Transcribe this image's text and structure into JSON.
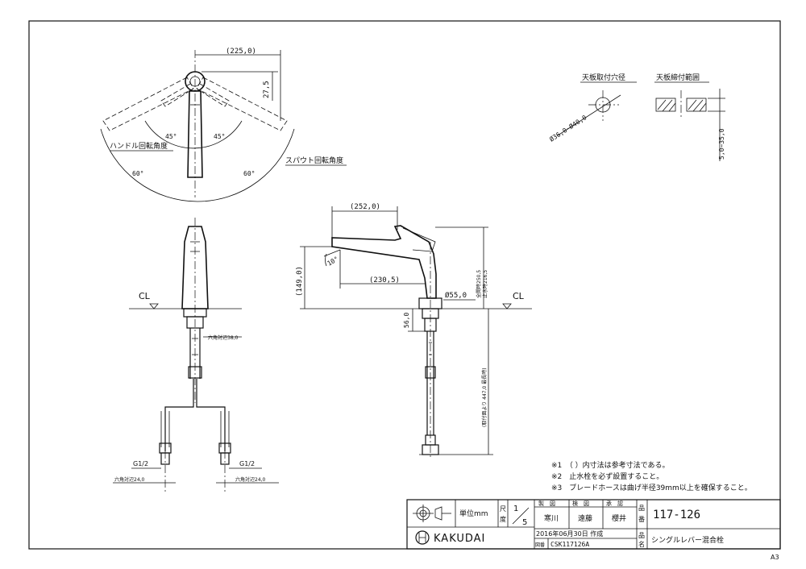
{
  "top_view": {
    "dim_width": "(225,0)",
    "dim_offset": "27,5",
    "angle_left": "45°",
    "angle_right": "45°",
    "angle_outer_left": "60°",
    "angle_outer_right": "60°",
    "handle_label": "ハンドル回転角度",
    "spout_label": "スパウト回転角度"
  },
  "hole_detail": {
    "title": "天板取付穴径",
    "dim": "Ø36,0~Ø40,0"
  },
  "clamp_detail": {
    "title": "天板締付範囲",
    "dim": "5,0~35,0"
  },
  "front_view": {
    "cl": "CL",
    "hex_top": "六角対辺38,0",
    "fitting_left": "G1/2",
    "fitting_right": "G1/2",
    "hex_left": "六角対辺24,0",
    "hex_right": "六角対辺24,0"
  },
  "side_view": {
    "dim_length": "(252,0)",
    "dim_reach": "(230,5)",
    "dim_height": "(149,0)",
    "angle": "10°",
    "dim_base": "Ø55,0",
    "dim_total_open": "全開時250,5",
    "dim_total_closed": "止水時216,5",
    "dim_below": "56,0",
    "dim_hose": "(取付面より 447,0 最長時)",
    "cl": "CL"
  },
  "notes": [
    "※1　（ ）内寸法は参考寸法である。",
    "※2　止水栓を必ず設置すること。",
    "※3　ブレードホースは曲げ半径39mm以上を確保すること。"
  ],
  "title_block": {
    "unit": "単位mm",
    "scale_label_1": "尺",
    "scale_label_2": "度",
    "scale_num": "1",
    "scale_den": "5",
    "hdr_made": "製　図",
    "hdr_check": "検　図",
    "hdr_approve": "承　認",
    "name_made": "寒川",
    "name_check": "遠藤",
    "name_approve": "櫻井",
    "lbl_number_1": "品",
    "lbl_number_2": "番",
    "part_number": "117-126",
    "logo_text": "KAKUDAI",
    "date": "2016年06月30日 作成",
    "drawing_no_label": "図番",
    "drawing_no": "CSK117126A",
    "lbl_name_1": "品",
    "lbl_name_2": "名",
    "product_name": "シングルレバー混合栓"
  },
  "sheet_size": "A3"
}
